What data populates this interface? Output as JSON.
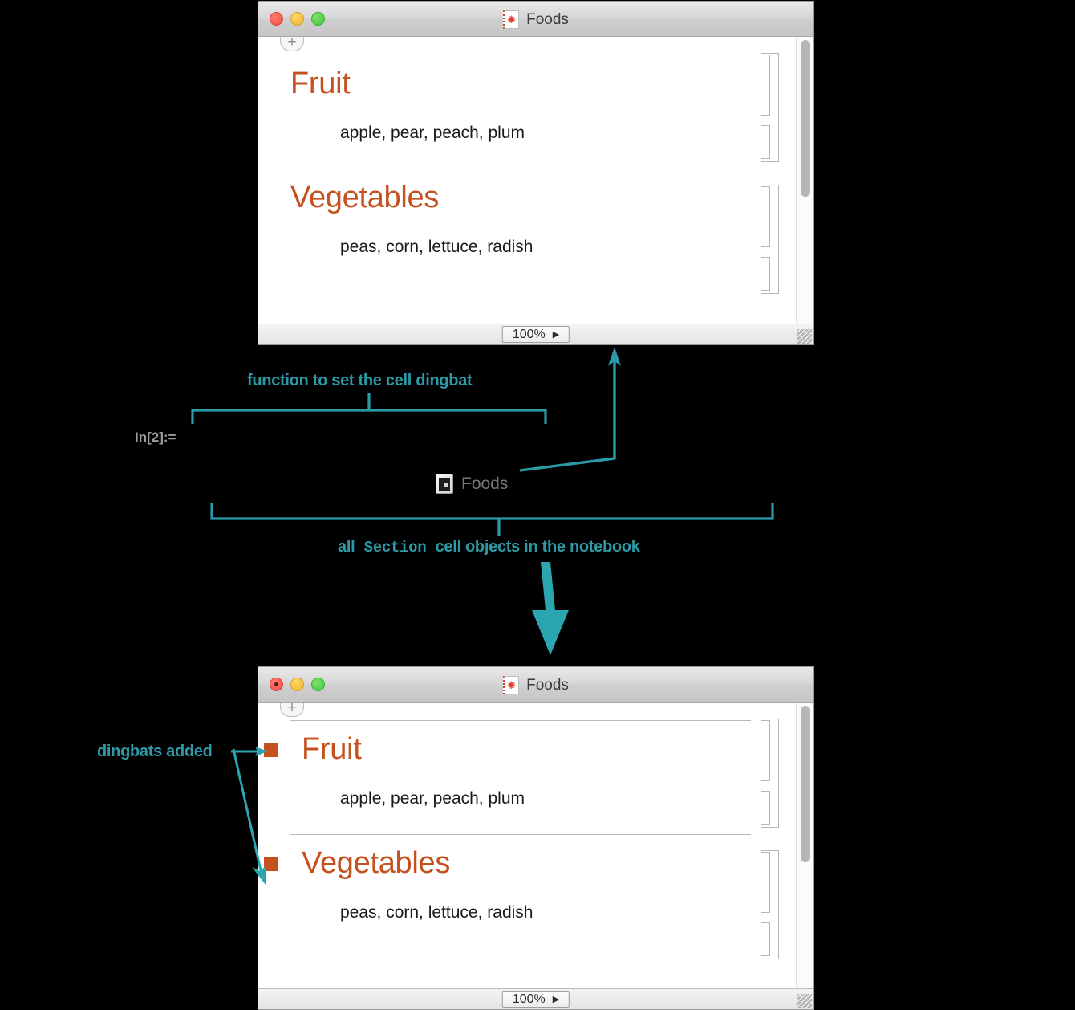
{
  "accent": {
    "teal": "#2b9aa6",
    "section_orange": "#c4511e",
    "dingbat_orange": "#c4511e"
  },
  "top_window": {
    "title": "Foods",
    "doc_icon": "wolfram-notebook-icon",
    "traffic_lights": [
      "close-button",
      "minimize-button",
      "zoom-button"
    ],
    "modified": false,
    "add_cell_label": "+",
    "zoom_level": "100%",
    "zoom_caret": "▶",
    "sections": [
      {
        "heading": "Fruit",
        "dingbat": false,
        "text": "apple, pear, peach, plum"
      },
      {
        "heading": "Vegetables",
        "dingbat": false,
        "text": "peas, corn, lettuce, radish"
      }
    ]
  },
  "bottom_window": {
    "title": "Foods",
    "doc_icon": "wolfram-notebook-icon",
    "traffic_lights": [
      "close-button",
      "minimize-button",
      "zoom-button"
    ],
    "modified": true,
    "add_cell_label": "+",
    "zoom_level": "100%",
    "zoom_caret": "▶",
    "sections": [
      {
        "heading": "Fruit",
        "dingbat": true,
        "text": "apple, pear, peach, plum"
      },
      {
        "heading": "Vegetables",
        "dingbat": true,
        "text": "peas, corn, lettuce, radish"
      }
    ]
  },
  "annotations": {
    "function_label": "function to set the cell dingbat",
    "input_prompt": "In[2]:=",
    "cell_object_label": "Foods",
    "all_sections_prefix": "all",
    "all_sections_mono": "Section",
    "all_sections_suffix": "cell objects in the notebook",
    "dingbats_added": "dingbats added"
  }
}
